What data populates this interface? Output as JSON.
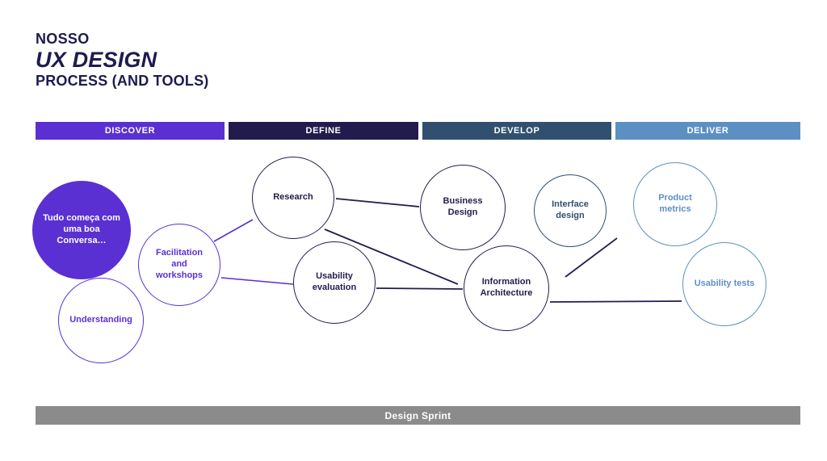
{
  "title": {
    "line1": "NOSSO",
    "line2": "UX DESIGN",
    "line3": "PROCESS (AND TOOLS)"
  },
  "phases": [
    {
      "label": "DISCOVER",
      "color": "#5a30d2"
    },
    {
      "label": "DEFINE",
      "color": "#221c4e"
    },
    {
      "label": "DEVELOP",
      "color": "#31506f"
    },
    {
      "label": "DELIVER",
      "color": "#5c90c3"
    }
  ],
  "diagram": {
    "nodes": [
      {
        "id": "tudo-comeca",
        "label": "Tudo começa com uma boa Conversa…",
        "style": "filled",
        "color": "#5a30d2"
      },
      {
        "id": "understanding",
        "label": "Understanding",
        "style": "outline",
        "color": "#5a30d2"
      },
      {
        "id": "facilitation-workshops",
        "label": "Facilitation and workshops",
        "style": "outline",
        "color": "#5a30d2"
      },
      {
        "id": "research",
        "label": "Research",
        "style": "outline",
        "color": "#221c4e"
      },
      {
        "id": "usability-evaluation",
        "label": "Usability evaluation",
        "style": "outline",
        "color": "#221c4e"
      },
      {
        "id": "business-design",
        "label": "Business Design",
        "style": "outline",
        "color": "#221c4e"
      },
      {
        "id": "information-architecture",
        "label": "Information Architecture",
        "style": "outline",
        "color": "#221c4e"
      },
      {
        "id": "interface-design",
        "label": "Interface design",
        "style": "outline",
        "color": "#31506f"
      },
      {
        "id": "product-metrics",
        "label": "Product metrics",
        "style": "outline",
        "color": "#5c90c3"
      },
      {
        "id": "usability-tests",
        "label": "Usability tests",
        "style": "outline",
        "color": "#5c90c3"
      }
    ],
    "connections": [
      {
        "from": "facilitation-workshops",
        "to": "research"
      },
      {
        "from": "facilitation-workshops",
        "to": "usability-evaluation"
      },
      {
        "from": "research",
        "to": "business-design"
      },
      {
        "from": "research",
        "to": "information-architecture"
      },
      {
        "from": "usability-evaluation",
        "to": "information-architecture"
      },
      {
        "from": "information-architecture",
        "to": "product-metrics"
      },
      {
        "from": "information-architecture",
        "to": "usability-tests"
      }
    ]
  },
  "bottom_bar": {
    "label": "Design Sprint",
    "color": "#8b8b8b"
  }
}
